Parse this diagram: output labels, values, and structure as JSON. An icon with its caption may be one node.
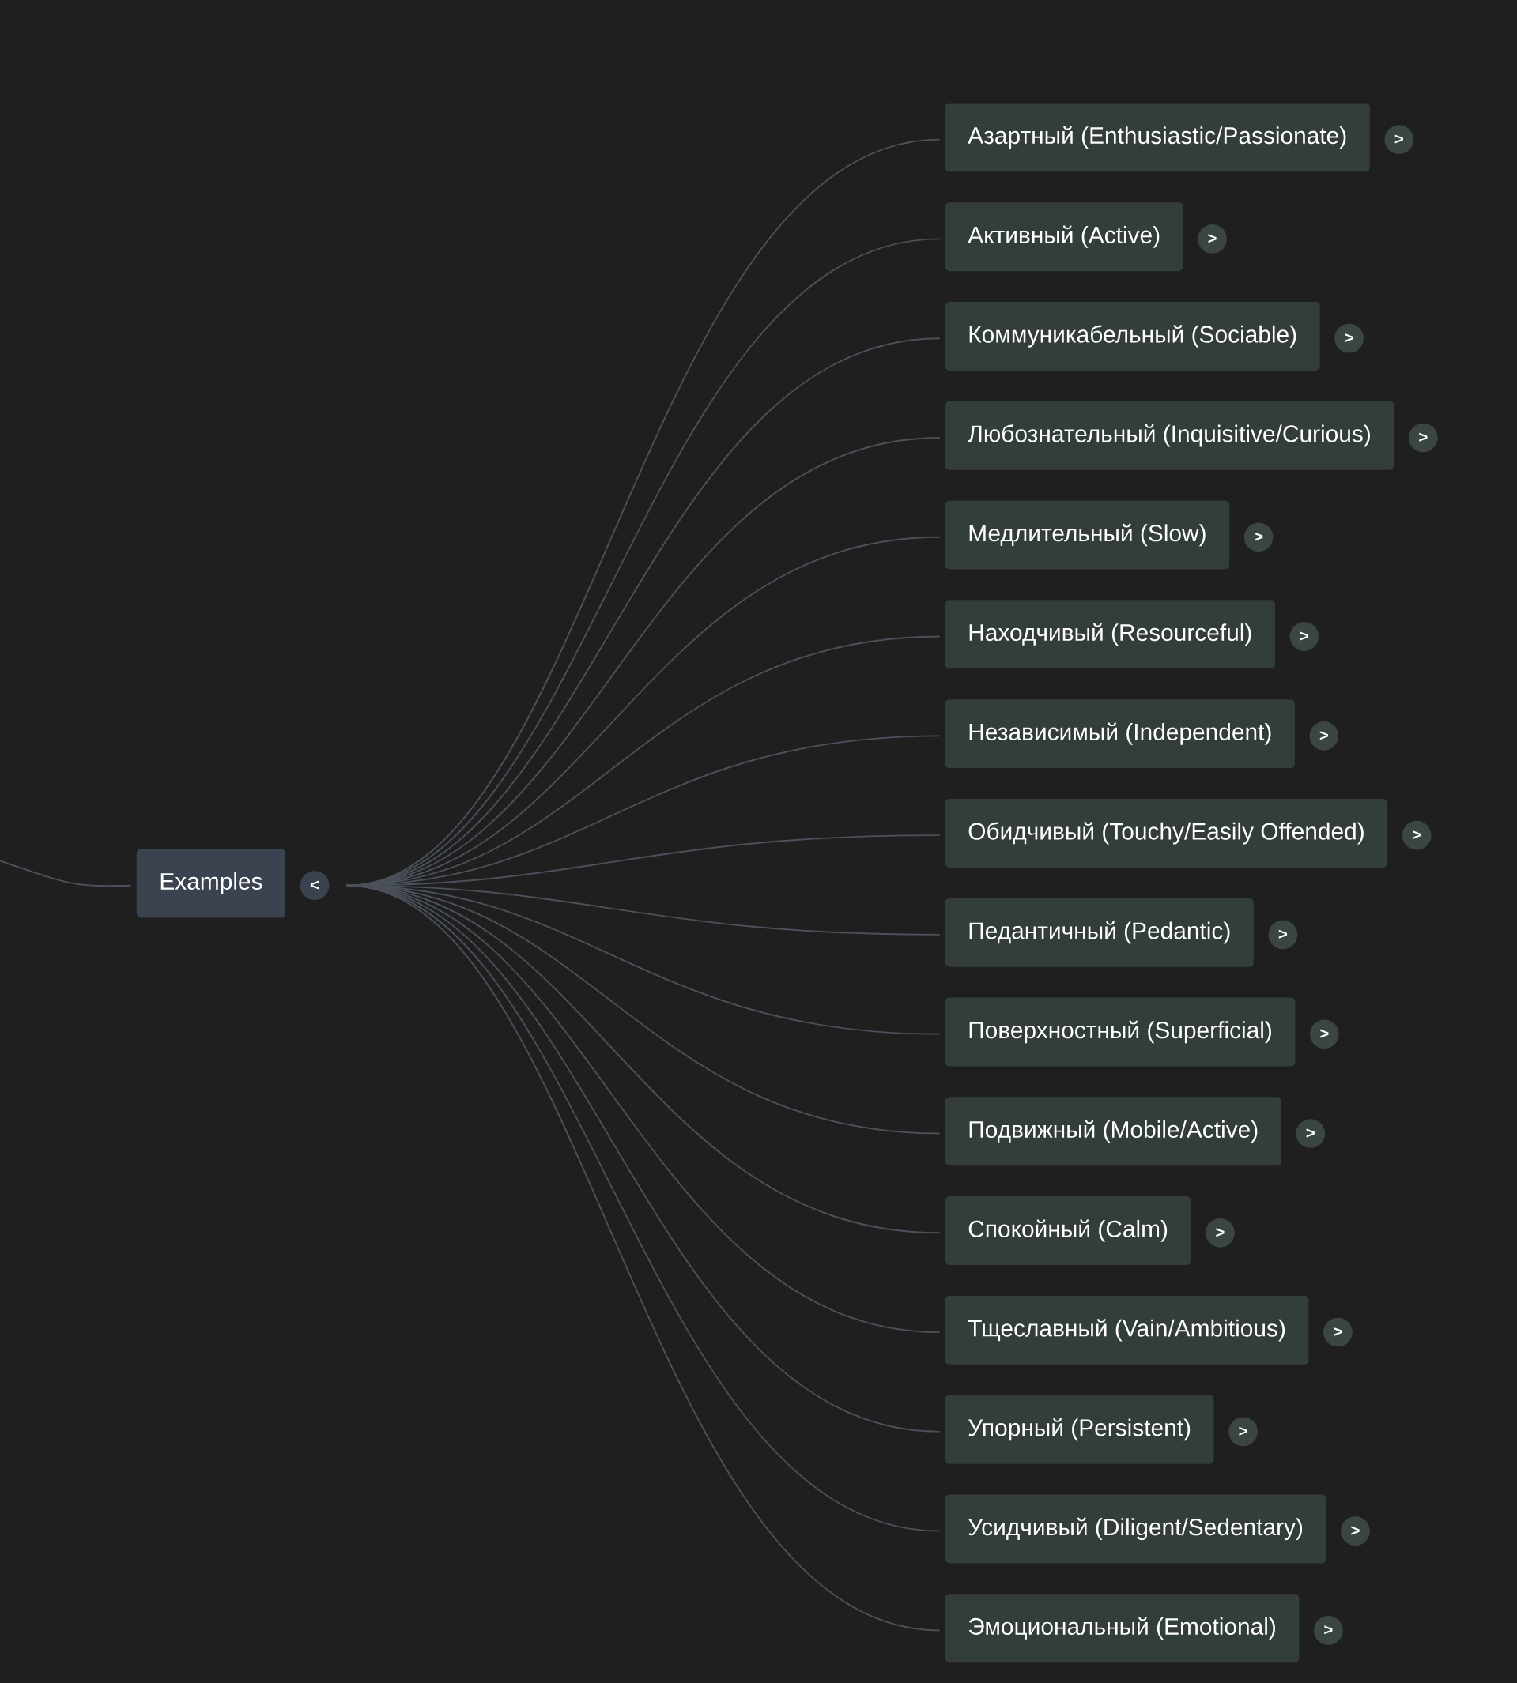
{
  "diagram": {
    "nodes": [
      {
        "text": [
          "Examples"
        ],
        "beside": [
          "<"
        ]
      },
      {
        "text": [
          "Азартный (Enthusiastic/Passionate)"
        ],
        "beside": [
          ">"
        ]
      },
      {
        "text": [
          "Активный (Active)"
        ],
        "beside": [
          ">"
        ]
      },
      {
        "text": [
          "Коммуникабельный (Sociable)"
        ],
        "beside": [
          ">"
        ]
      },
      {
        "text": [
          "Любознательный (Inquisitive/Curious)"
        ],
        "beside": [
          ">"
        ]
      },
      {
        "text": [
          "Медлительный (Slow)"
        ],
        "beside": [
          ">"
        ]
      },
      {
        "text": [
          "Находчивый (Resourceful)"
        ],
        "beside": [
          ">"
        ]
      },
      {
        "text": [
          "Независимый (Independent)"
        ],
        "beside": [
          ">"
        ]
      },
      {
        "text": [
          "Обидчивый (Touchy/Easily Offended)"
        ],
        "beside": [
          ">"
        ]
      },
      {
        "text": [
          "Педантичный (Pedantic)"
        ],
        "beside": [
          ">"
        ]
      },
      {
        "text": [
          "Поверхностный (Superficial)"
        ],
        "beside": [
          ">"
        ]
      },
      {
        "text": [
          "Подвижный (Mobile/Active)"
        ],
        "beside": [
          ">"
        ]
      },
      {
        "text": [
          "Спокойный (Calm)"
        ],
        "beside": [
          ">"
        ]
      },
      {
        "text": [
          "Тщеславный (Vain/Ambitious)"
        ],
        "beside": [
          ">"
        ]
      },
      {
        "text": [
          "Упорный (Persistent)"
        ],
        "beside": [
          ">"
        ]
      },
      {
        "text": [
          "Усидчивый (Diligent/Sedentary)"
        ],
        "beside": [
          ">"
        ]
      },
      {
        "text": [
          "Эмоциональный (Emotional)"
        ],
        "beside": [
          ">"
        ]
      }
    ],
    "edges": [
      {
        "from": null,
        "to": 0,
        "arrow": "none"
      },
      {
        "from": 0,
        "to": 1,
        "arrow": "none"
      },
      {
        "from": 0,
        "to": 2,
        "arrow": "none"
      },
      {
        "from": 0,
        "to": 3,
        "arrow": "none"
      },
      {
        "from": 0,
        "to": 4,
        "arrow": "none"
      },
      {
        "from": 0,
        "to": 5,
        "arrow": "none"
      },
      {
        "from": 0,
        "to": 6,
        "arrow": "none"
      },
      {
        "from": 0,
        "to": 7,
        "arrow": "none"
      },
      {
        "from": 0,
        "to": 8,
        "arrow": "none"
      },
      {
        "from": 0,
        "to": 9,
        "arrow": "none"
      },
      {
        "from": 0,
        "to": 10,
        "arrow": "none"
      },
      {
        "from": 0,
        "to": 11,
        "arrow": "none"
      },
      {
        "from": 0,
        "to": 12,
        "arrow": "none"
      },
      {
        "from": 0,
        "to": 13,
        "arrow": "none"
      },
      {
        "from": 0,
        "to": 14,
        "arrow": "none"
      },
      {
        "from": 0,
        "to": 15,
        "arrow": "none"
      },
      {
        "from": 0,
        "to": 16,
        "arrow": "none"
      }
    ]
  }
}
